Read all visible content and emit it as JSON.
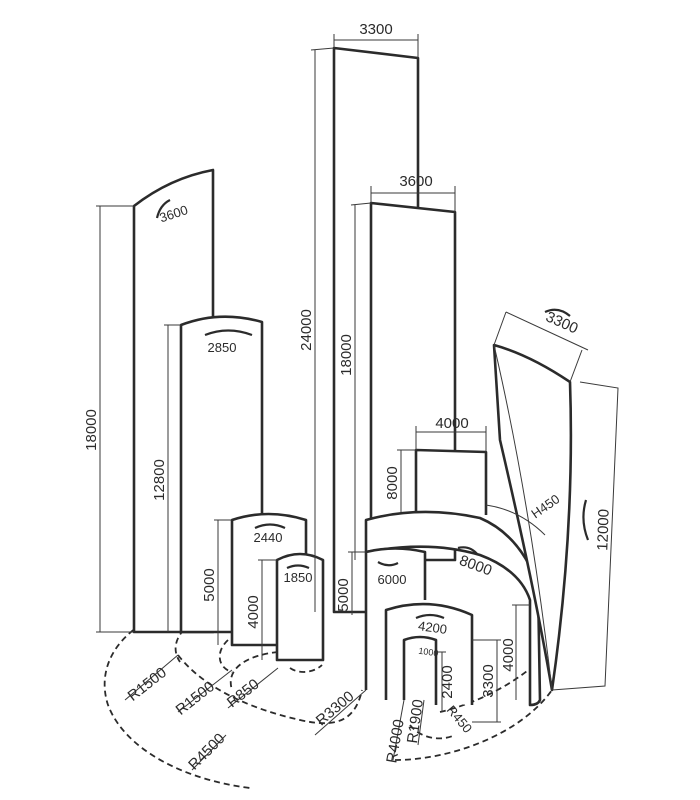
{
  "heights": {
    "h18000_left": "18000",
    "h12800": "12800",
    "h5000_left": "5000",
    "h4000_left": "4000",
    "h24000": "24000",
    "h18000_center": "18000",
    "h8000": "8000",
    "h5000_center": "5000",
    "h2400": "2400",
    "h3300": "3300",
    "h4000_right": "4000",
    "h12000": "12000",
    "h450": "H450"
  },
  "widths": {
    "w3300_top": "3300",
    "w3600_center": "3600",
    "w4000": "4000",
    "w3300_right": "3300"
  },
  "arcs": {
    "a3600": "3600",
    "a2850": "2850",
    "a2440": "2440",
    "a1850": "1850",
    "a6000": "6000",
    "a8000": "8000",
    "a4200": "4200",
    "a1000": "1000"
  },
  "radii": {
    "r1500_a": "R1500",
    "r1500_b": "R1500",
    "r850": "R850",
    "r4500": "R4500",
    "r3300": "R3300",
    "r4000": "R4000",
    "r1900": "R1900",
    "r450": "R450"
  }
}
